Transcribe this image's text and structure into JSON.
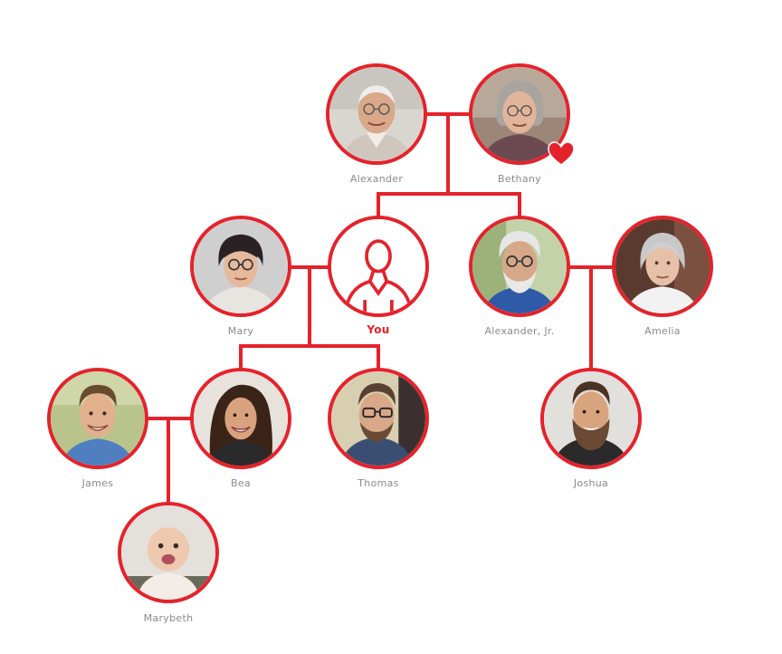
{
  "colors": {
    "accent": "#e5222b",
    "label": "#8a8a8a"
  },
  "members": {
    "alexander": {
      "name": "Alexander"
    },
    "bethany": {
      "name": "Bethany"
    },
    "mary": {
      "name": "Mary"
    },
    "you": {
      "name": "You",
      "icon": "person-outline-icon"
    },
    "alexander_jr": {
      "name": "Alexander, Jr."
    },
    "amelia": {
      "name": "Amelia"
    },
    "james": {
      "name": "James"
    },
    "bea": {
      "name": "Bea"
    },
    "thomas": {
      "name": "Thomas"
    },
    "joshua": {
      "name": "Joshua"
    },
    "marybeth": {
      "name": "Marybeth"
    }
  },
  "icons": {
    "heart": "heart-icon"
  }
}
